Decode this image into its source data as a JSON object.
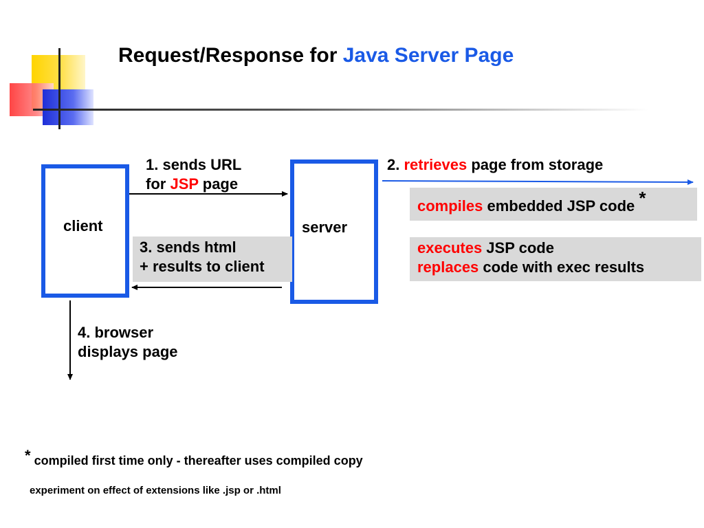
{
  "title": {
    "prefix": "Request/Response for ",
    "highlight": "Java Server Page"
  },
  "nodes": {
    "client": "client",
    "server": "server"
  },
  "step1": {
    "line1": "1. sends URL",
    "line2_prefix": "for ",
    "line2_highlight": "JSP",
    "line2_suffix": " page"
  },
  "step2": {
    "prefix": "2. ",
    "highlight": "retrieves",
    "suffix": " page from storage"
  },
  "compile_box": {
    "highlight": "compiles",
    "suffix": " embedded JSP code ",
    "marker": "*"
  },
  "exec_box": {
    "line1_highlight": "executes",
    "line1_suffix": " JSP code",
    "line2_highlight": "replaces",
    "line2_suffix": " code with exec results"
  },
  "step3": {
    "line1": "3. sends html",
    "line2": "+ results to client"
  },
  "step4": {
    "line1": "4. browser",
    "line2": "displays page"
  },
  "footnote": {
    "marker": "*",
    "text": "compiled first time only - thereafter uses compiled copy"
  },
  "note": "experiment on effect  of  extensions like .jsp or .html",
  "colors": {
    "accent": "#1a5ae6",
    "highlight": "#ff0000",
    "box_fill": "#d9d9d9"
  }
}
